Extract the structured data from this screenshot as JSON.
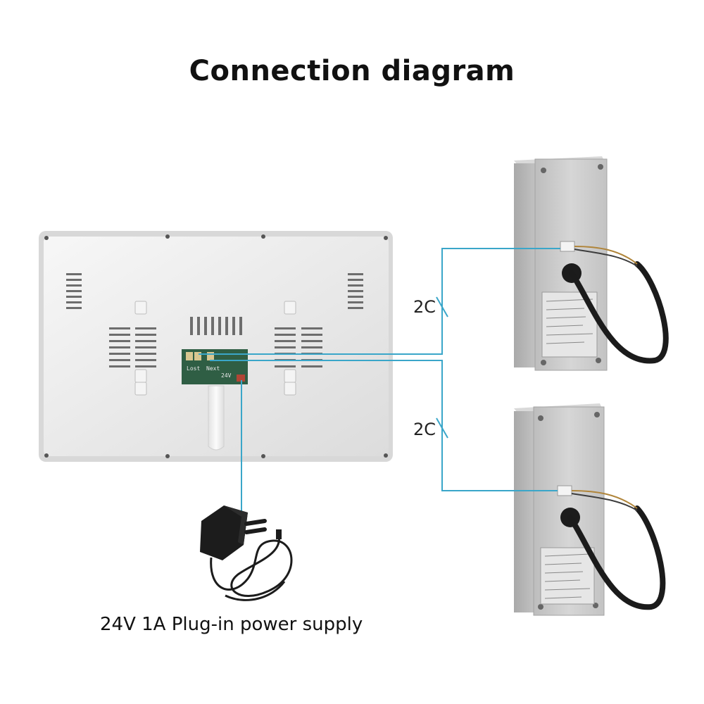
{
  "title": "Connection diagram",
  "cable_labels": [
    "2C",
    "2C"
  ],
  "monitor": {
    "port_labels": [
      "Lost",
      "Next",
      "24V"
    ]
  },
  "power_supply": {
    "label": "24V 1A Plug-in power supply"
  },
  "colors": {
    "wire": "#3aa6c9",
    "monitor_body": "#eeeeee",
    "outdoor_unit": "#c9c9c9"
  }
}
